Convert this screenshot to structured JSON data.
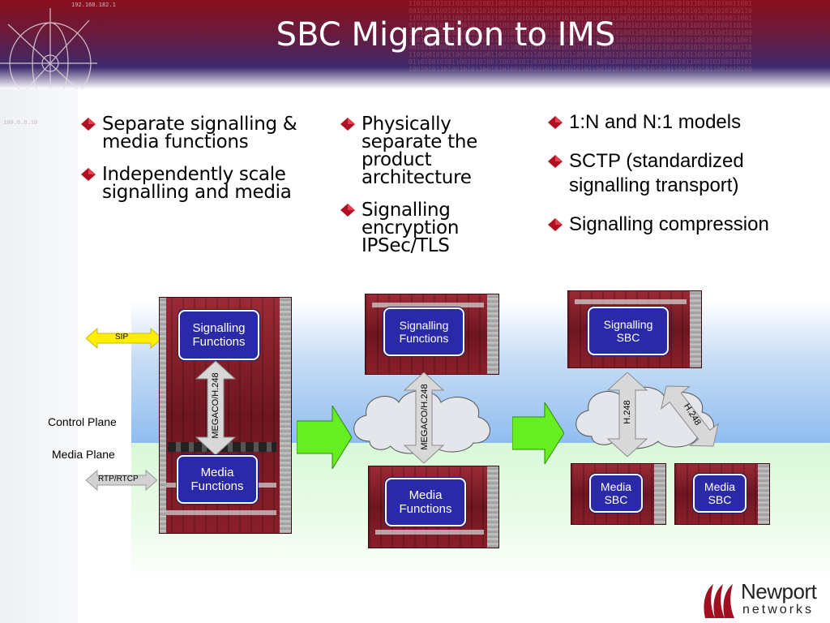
{
  "slide": {
    "title": "SBC Migration to IMS",
    "header_ip_top": "192.168.182.1",
    "header_ip_left": "100.0.0.10"
  },
  "bullets": {
    "column1": [
      "Separate signalling & media functions",
      "Independently scale signalling and media"
    ],
    "column2": [
      "Physically separate the product architecture",
      "Signalling encryption IPSec/TLS"
    ],
    "column3": [
      "1:N and N:1 models",
      "SCTP (standardized signalling transport)",
      "Signalling compression"
    ]
  },
  "diagram": {
    "planes": {
      "control": "Control Plane",
      "media": "Media Plane"
    },
    "protocol_labels": {
      "sip": "SIP",
      "rtp": "RTP/RTCP"
    },
    "stage1": {
      "signalling": [
        "Signalling",
        "Functions"
      ],
      "media": [
        "Media",
        "Functions"
      ],
      "link": "MEGACO/H.248"
    },
    "stage2": {
      "signalling": [
        "Signalling",
        "Functions"
      ],
      "media": [
        "Media",
        "Functions"
      ],
      "link": "MEGACO/H.248"
    },
    "stage3": {
      "signalling": [
        "Signalling",
        "SBC"
      ],
      "media_left": [
        "Media",
        "SBC"
      ],
      "media_right": [
        "Media",
        "SBC"
      ],
      "link_left": "H.248",
      "link_right": "H.248"
    }
  },
  "logo": {
    "line1": "Newport",
    "line2": "networks"
  },
  "colors": {
    "header_red": "#8a0f1c",
    "header_purple": "#3d2a6b",
    "function_box_blue": "#2a2aa8",
    "bullet_red": "#b01020",
    "migration_arrow_green": "#66ee22",
    "sip_arrow_yellow": "#ffee00",
    "control_plane_blue": "#8fbdf0",
    "media_plane_green": "#d8f8d8"
  }
}
